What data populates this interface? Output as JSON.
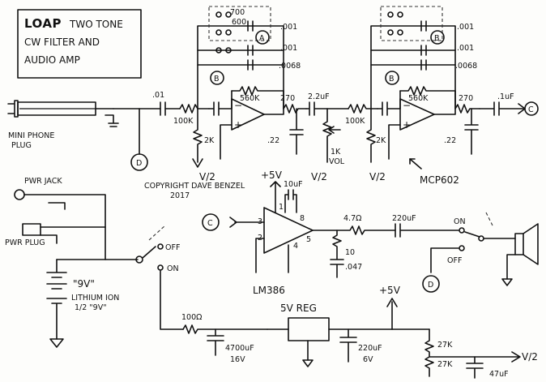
{
  "title": {
    "line1_bold": "LOAP",
    "line1_rest": "TWO TONE",
    "line2": "CW FILTER AND",
    "line3": "AUDIO AMP"
  },
  "labels": {
    "mini_phone_1": "MINI PHONE",
    "mini_phone_2": "PLUG",
    "copyright_1": "COPYRIGHT DAVE BENZEL",
    "copyright_2": "2017",
    "pwr_jack": "PWR JACK",
    "pwr_plug": "PWR PLUG",
    "battery_1": "\"9V\"",
    "battery_2": "LITHIUM ION",
    "battery_3": "1/2 \"9V\"",
    "sw_off": "OFF",
    "sw_on": "ON",
    "sw2_on": "ON",
    "sw2_off": "OFF",
    "mcp": "MCP602",
    "lm386": "LM386",
    "reg": "5V REG",
    "plus5_a": "+5V",
    "plus5_b": "+5V",
    "vhalf_1": "V/2",
    "vhalf_2": "V/2",
    "vhalf_3": "V/2",
    "vhalf_4": "V/2"
  },
  "components": {
    "c_in": ".01",
    "r_100k_a": "100K",
    "r_100k_b": "100K",
    "r_2k_a": "2K",
    "r_2k_b": "2K",
    "r_700": "700",
    "r_600": "600",
    "c_001_a1": ".001",
    "c_001_a2": ".001",
    "c_0068_a": ".0068",
    "c_001_b1": ".001",
    "c_001_b2": ".001",
    "c_0068_b": ".0068",
    "r_560k_a": "560K",
    "r_560k_b": "560K",
    "r_270_a": "270",
    "r_270_b": "270",
    "c_22uf": "2.2uF",
    "c_1uf": ".1uF",
    "c_22_a": ".22",
    "c_22_b": ".22",
    "vol_1": "1K",
    "vol_2": "VOL",
    "c_10uf": "10uF",
    "r_47": "4.7Ω",
    "c_220uf": "220uF",
    "r_10": "10",
    "c_047": ".047",
    "r_100": "100Ω",
    "c_4700_1": "4700uF",
    "c_4700_2": "16V",
    "c_220_6v_1": "220uF",
    "c_220_6v_2": "6V",
    "r_27k_a": "27K",
    "r_27k_b": "27K",
    "c_47uf": "47uF"
  },
  "pins": {
    "p3": "3",
    "p2": "2",
    "p8": "8",
    "p1": "1",
    "p4": "4",
    "p5": "5"
  },
  "nodes": {
    "a": "A",
    "b": "B",
    "c": "C",
    "d": "D"
  }
}
